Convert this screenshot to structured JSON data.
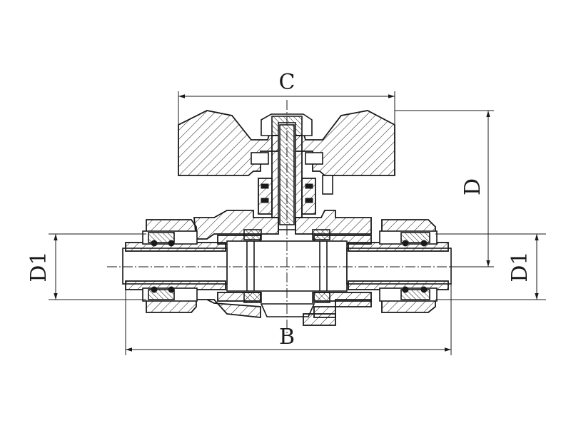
{
  "drawing": {
    "dimensions": {
      "c_label": "C",
      "d_label": "D",
      "b_label": "B",
      "d1_left_label": "D1",
      "d1_right_label": "D1"
    },
    "line_color": "#1a1a1a",
    "background_color": "#ffffff"
  }
}
